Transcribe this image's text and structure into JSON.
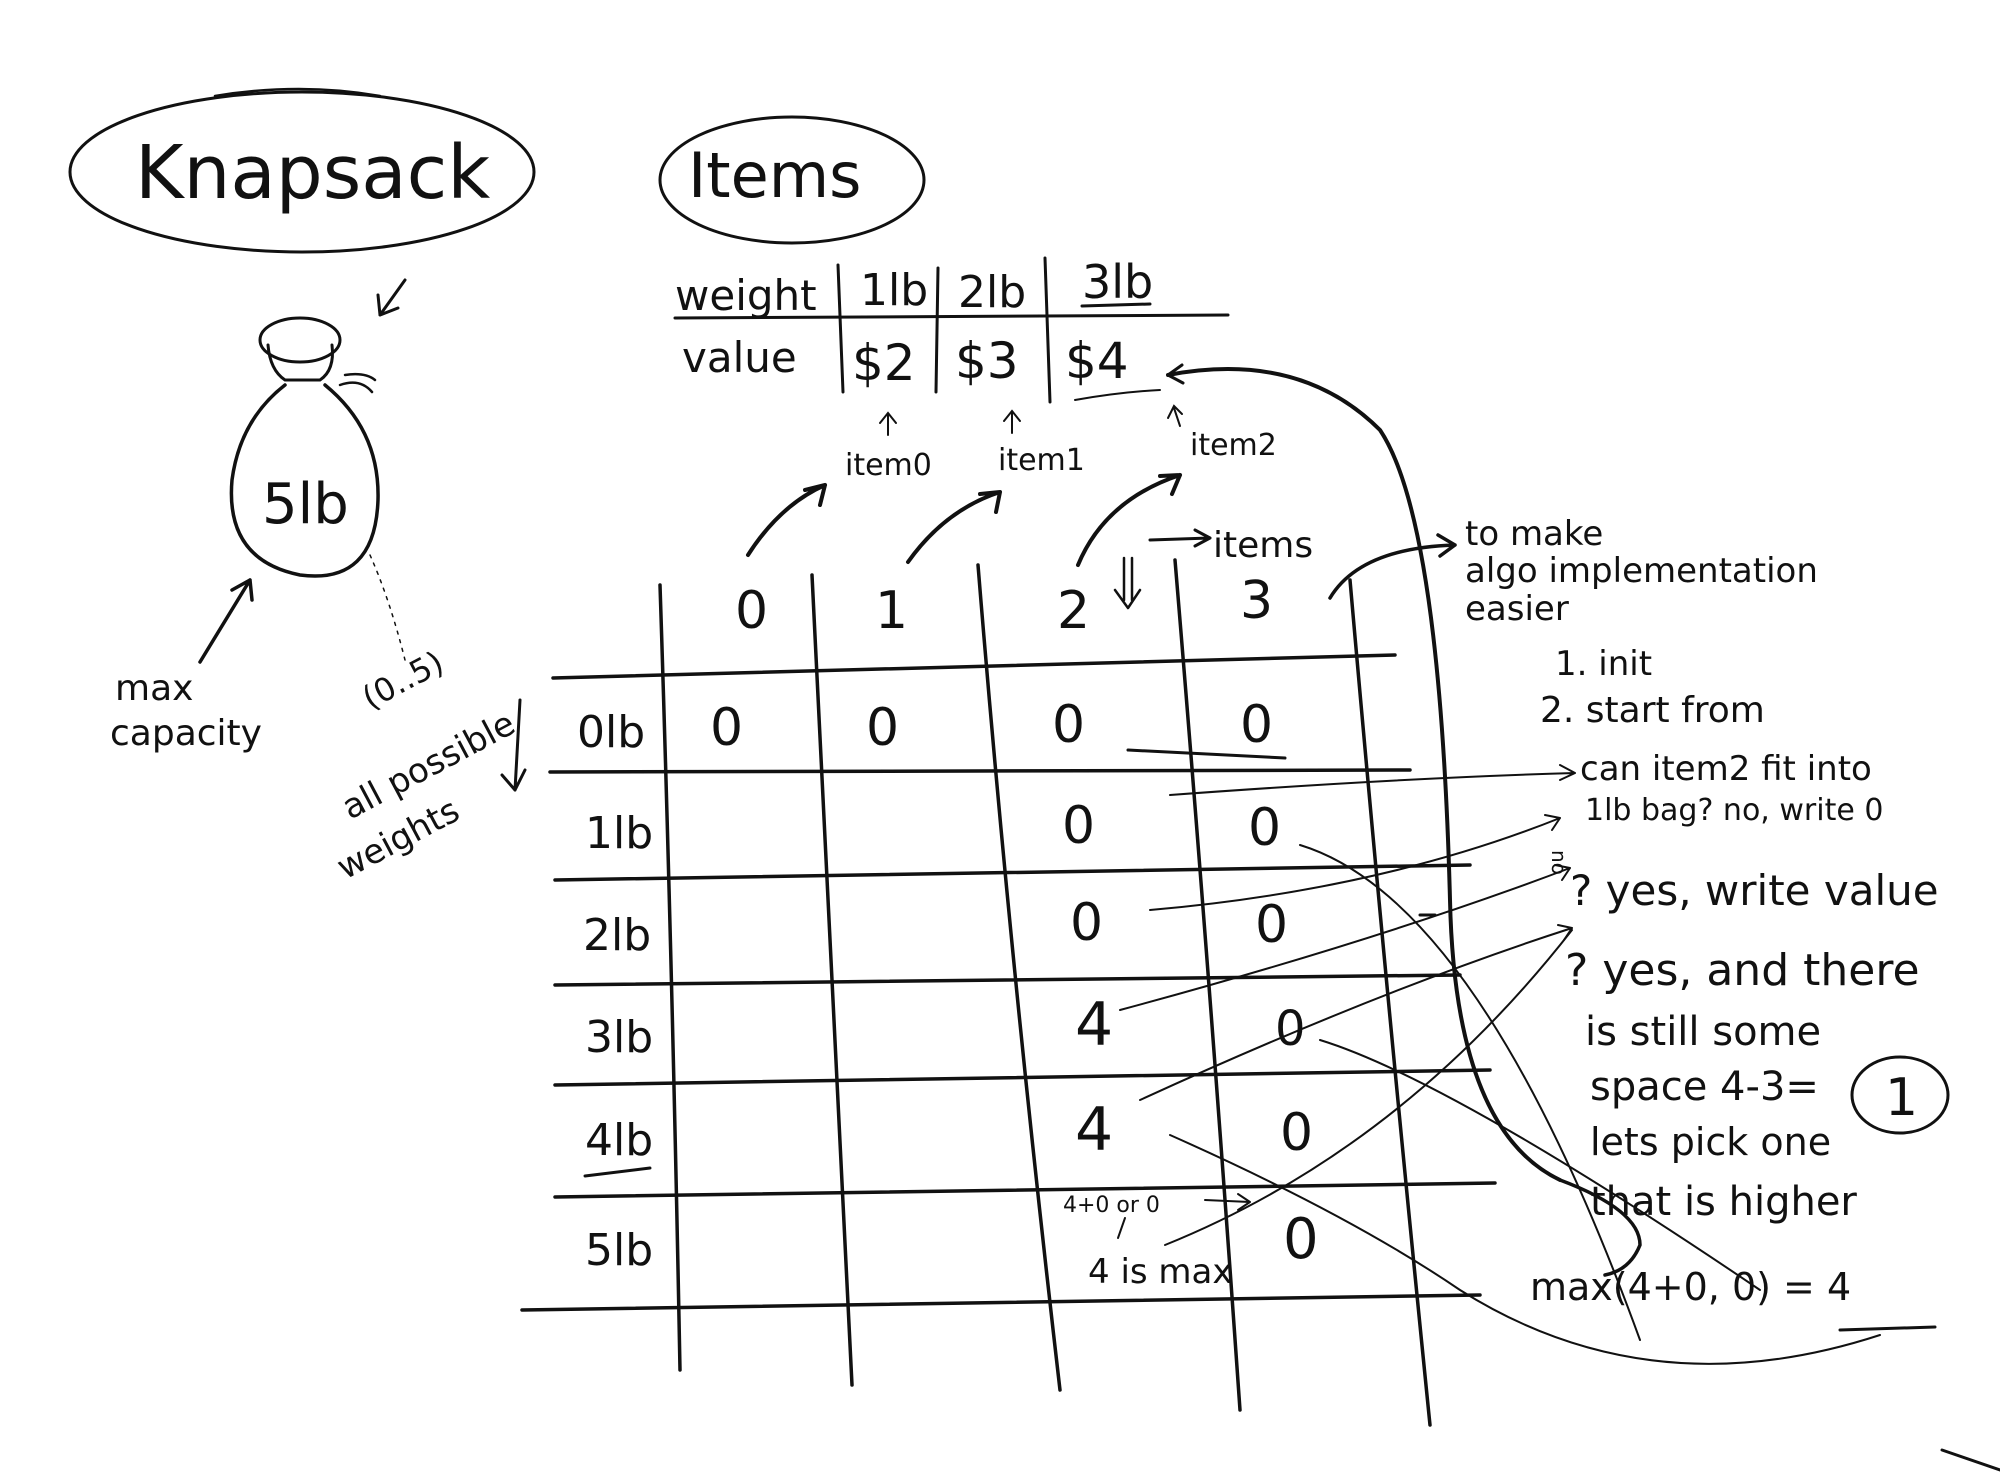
{
  "title": "Knapsack",
  "bag": {
    "capacity_label": "5lb",
    "max_capacity_label": [
      "max",
      "capacity"
    ],
    "weights_range": "(0..5)",
    "weights_label": [
      "all possible",
      "weights"
    ]
  },
  "items_title": "Items",
  "items_table": {
    "row_labels": [
      "weight",
      "value"
    ],
    "weights": [
      "1lb",
      "2lb",
      "3lb"
    ],
    "values": [
      "$2",
      "$3",
      "$4"
    ],
    "item_names": [
      "item0",
      "item1",
      "item2"
    ]
  },
  "dp_table": {
    "items_arrow_label": "items",
    "column_headers": [
      "0",
      "1",
      "2",
      "3"
    ],
    "row_headers": [
      "0lb",
      "1lb",
      "2lb",
      "3lb",
      "4lb",
      "5lb"
    ],
    "cells": [
      [
        "0",
        "0",
        "0",
        "0"
      ],
      [
        "",
        "",
        "0",
        "0"
      ],
      [
        "",
        "",
        "0",
        "0"
      ],
      [
        "",
        "",
        "4",
        "0"
      ],
      [
        "",
        "",
        "4",
        "0"
      ],
      [
        "",
        "",
        "",
        "0"
      ]
    ],
    "cell_note_or": "4+0 or 0",
    "cell_note_max": "4 is max"
  },
  "notes": {
    "extra_column": [
      "to make",
      "algo implementation",
      "easier"
    ],
    "steps": [
      "1. init",
      "2. start from"
    ],
    "lines": [
      "can item2 fit into",
      "1lb bag? no, write 0",
      "? yes, write value",
      "? yes, and there",
      "is still some",
      "space 4-3=",
      "lets pick one",
      "that is higher"
    ],
    "remaining_space": "1",
    "no_mark": "no",
    "max_formula": "max(4+0, 0) = 4"
  }
}
